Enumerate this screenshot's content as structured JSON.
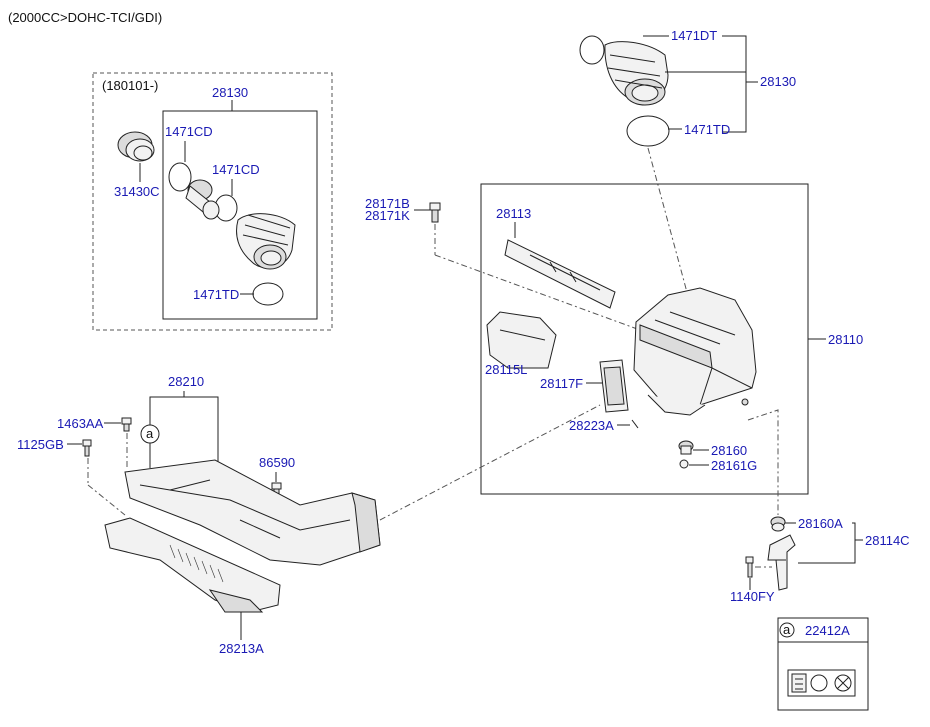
{
  "header": {
    "engine": "(2000CC>DOHC-TCI/GDI)"
  },
  "variant_box": {
    "date": "(180101-)",
    "title": "28130"
  },
  "labels": {
    "p31430C": "31430C",
    "p1471CD_a": "1471CD",
    "p1471CD_b": "1471CD",
    "p1471TD_left": "1471TD",
    "p1471DT": "1471DT",
    "p28130_right": "28130",
    "p1471TD_right": "1471TD",
    "p28171B": "28171B",
    "p28171K": "28171K",
    "p28113": "28113",
    "p28110": "28110",
    "p28115L": "28115L",
    "p28117F": "28117F",
    "p28223A": "28223A",
    "p28160": "28160",
    "p28161G": "28161G",
    "p28210": "28210",
    "p1463AA": "1463AA",
    "p1125GB": "1125GB",
    "p86590": "86590",
    "p28213A": "28213A",
    "p28160A": "28160A",
    "p28114C": "28114C",
    "p1140FY": "1140FY"
  },
  "callout": {
    "letter": "a",
    "part": "22412A"
  },
  "icons": [
    "warning-label-icon",
    "filter-symbol-icon",
    "no-hand-icon"
  ]
}
